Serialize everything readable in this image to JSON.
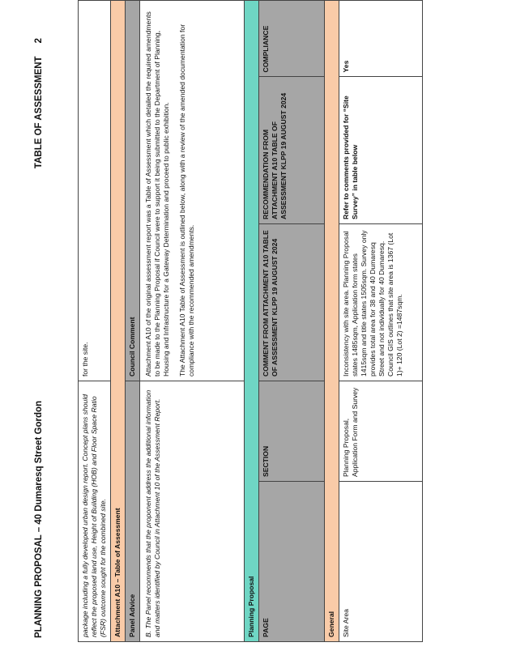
{
  "header": {
    "left_title": "PLANNING PROPOSAL – 40 Dumaresq Street Gordon",
    "right_title": "TABLE OF ASSESSMENT",
    "page_number": "2"
  },
  "intro_row": {
    "left_text": "package including a fully developed urban design report. Concept plans should reflect the proposed land use, Height of Building (HOB) and Floor Space Ratio (FSR) outcome sought for the combined site.",
    "right_text": "for the site."
  },
  "attachment_heading": "Attachment A10 – Table of Assessment",
  "advice_headers": {
    "panel": "Panel Advice",
    "council": "Council Comment"
  },
  "panel_advice": "B.   The Panel recommends that the proponent address the additional information and matters identified by Council in Attachment 10 of the Assessment Report.",
  "council_comment": [
    "Attachment A10 of the original assessment report was a Table of Assessment which detailed the required amendments to be made to the Planning Proposal if Council were to support it being submitted to the Department of Planning, Housing and Infrastructure for a Gateway Determination and proceed to public exhibition.",
    "The Attachment A10 Table of Assessment is outlined below, along with a review of the amended documentation for compliance with the recommended amendments."
  ],
  "planning_proposal_heading": "Planning Proposal",
  "columns": {
    "page": "PAGE",
    "section": "SECTION",
    "comment": "COMMENT FROM ATTACHMENT A10 TABLE OF ASSESSMENT KLPP 19 AUGUST 2024",
    "recommendation": "RECOMMENDATION FROM ATTACHMENT A10 TABLE OF ASSESSMENT KLPP 19 AUGUST 2024",
    "compliance": "COMPLIANCE"
  },
  "general_heading": "General",
  "site_area_row": {
    "page": "Site Area",
    "section": "Planning Proposal, Application Form and Survey",
    "comment": "Inconsistency with site area. Planning Proposal states 1485sqm, Application form states 1415sqm and title states 1505sqm. Survey only provides total area for 38 and 40 Dumaresq Street and not individually for 40 Dumaresq. Council GIS outlines that site area is 1367 (Lot 1)+ 120 (Lot 2) =1487sqm.",
    "recommendation": "Refer to comments provided for “Site Survey” in table below",
    "compliance": "Yes"
  },
  "colors": {
    "peach": "#f9cba8",
    "grey": "#a6a6a6",
    "teal": "#6fd6c4"
  }
}
